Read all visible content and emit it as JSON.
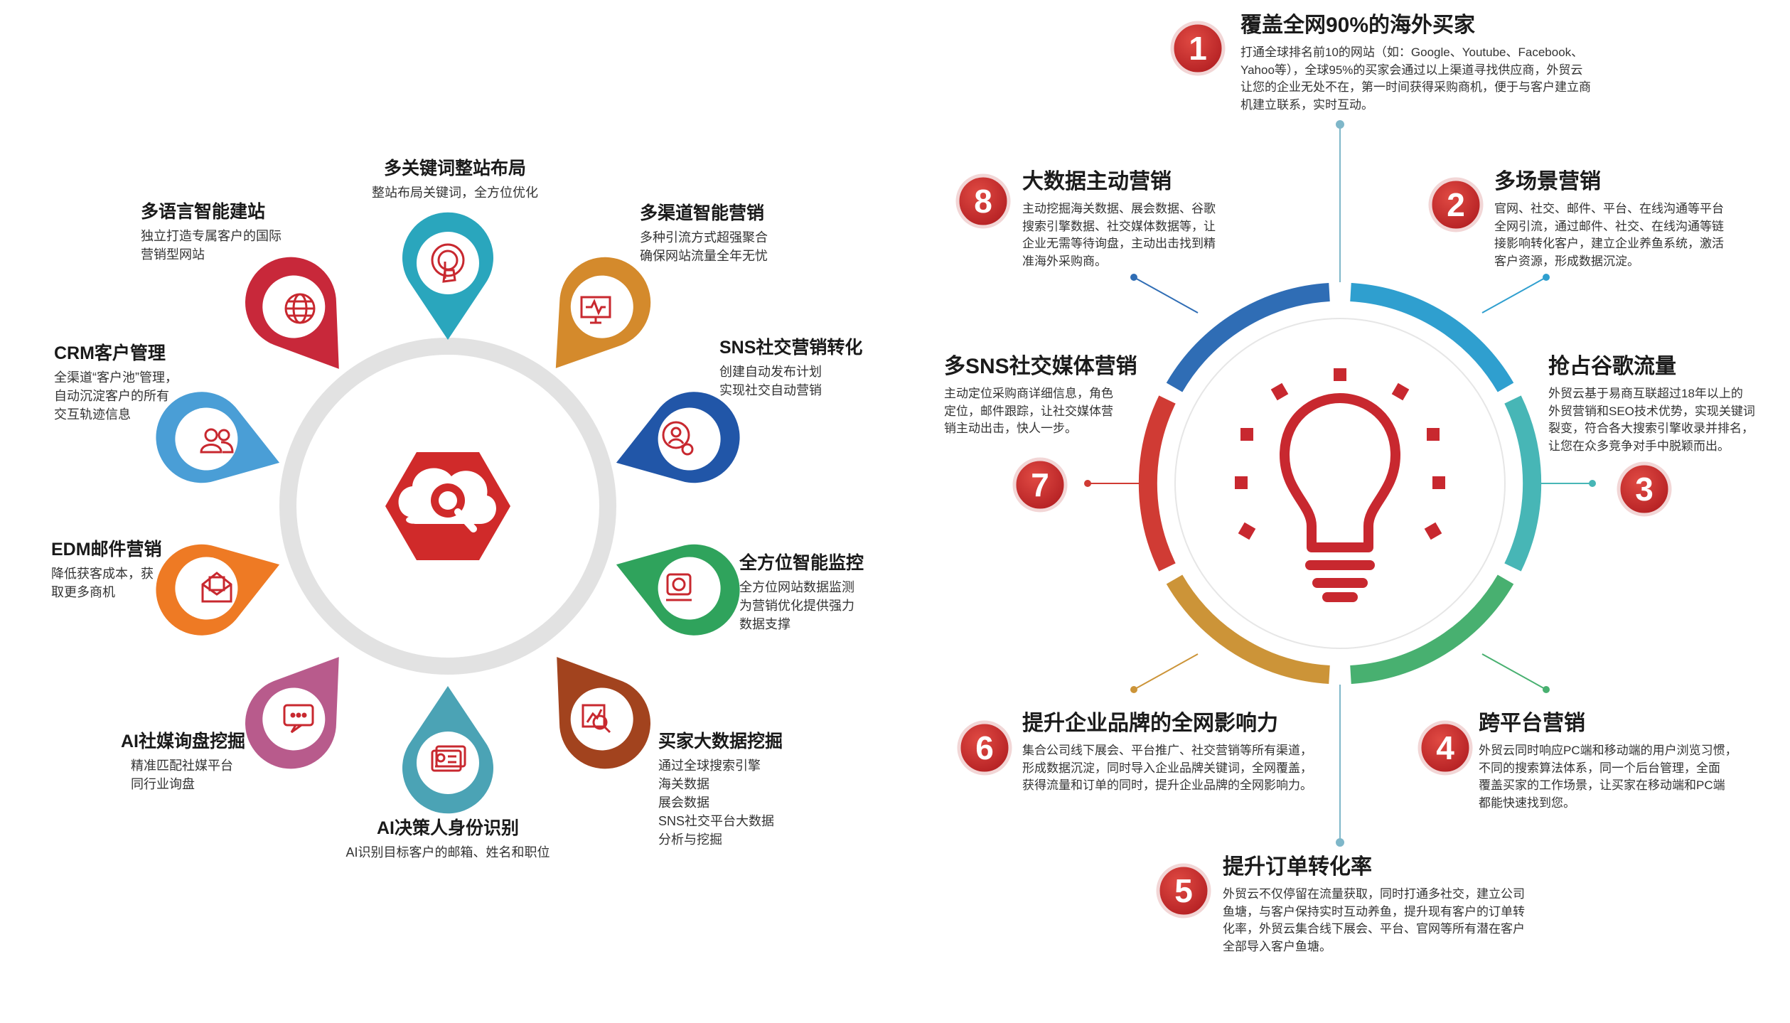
{
  "left": {
    "title": "",
    "items": [
      {
        "title": "多关键词整站布局",
        "desc": [
          "整站布局关键词，全方位优化"
        ],
        "icon": "touch-icon",
        "color": "#2aa6bd"
      },
      {
        "title": "多渠道智能营销",
        "desc": [
          "多种引流方式超强聚合",
          "确保网站流量全年无忧"
        ],
        "icon": "monitor-icon",
        "color": "#d48a2c"
      },
      {
        "title": "SNS社交营销转化",
        "desc": [
          "创建自动发布计划",
          "实现社交自动营销"
        ],
        "icon": "user-gear-icon",
        "color": "#2156a8"
      },
      {
        "title": "全方位智能监控",
        "desc": [
          "全方位网站数据监测",
          "为营销优化提供强力",
          "数据支撑"
        ],
        "icon": "camera-icon",
        "color": "#2fa35c"
      },
      {
        "title": "买家大数据挖掘",
        "desc": [
          "通过全球搜索引擎",
          "海关数据",
          "展会数据",
          "SNS社交平台大数据",
          "分析与挖掘"
        ],
        "icon": "data-search-icon",
        "color": "#a2431e"
      },
      {
        "title": "AI决策人身份识别",
        "desc": [
          "AI识别目标客户的邮箱、姓名和职位"
        ],
        "icon": "id-card-icon",
        "color": "#4ba3b5"
      },
      {
        "title": "AI社媒询盘挖掘",
        "desc": [
          "精准匹配社媒平台",
          "同行业询盘"
        ],
        "icon": "chat-icon",
        "color": "#b85b8c"
      },
      {
        "title": "EDM邮件营销",
        "desc": [
          "降低获客成本，获",
          "取更多商机"
        ],
        "icon": "mail-icon",
        "color": "#ee7a24"
      },
      {
        "title": "CRM客户管理",
        "desc": [
          "全渠道“客户池”管理，",
          "自动沉淀客户的所有",
          "交互轨迹信息"
        ],
        "icon": "users-icon",
        "color": "#4a9ed6"
      },
      {
        "title": "多语言智能建站",
        "desc": [
          "独立打造专属客户的国际",
          "营销型网站"
        ],
        "icon": "globe-icon",
        "color": "#c8283a"
      }
    ]
  },
  "right": {
    "items": [
      {
        "num": "1",
        "title": "覆盖全网90%的海外买家",
        "desc": [
          "打通全球排名前10的网站（如：Google、Youtube、Facebook、",
          "Yahoo等），全球95%的买家会通过以上渠道寻找供应商，外贸云",
          "让您的企业无处不在，第一时间获得采购商机，便于与客户建立商",
          "机建立联系，实时互动。"
        ]
      },
      {
        "num": "2",
        "title": "多场景营销",
        "desc": [
          "官网、社交、邮件、平台、在线沟通等平台",
          "全网引流，通过邮件、社交、在线沟通等链",
          "接影响转化客户，建立企业养鱼系统，激活",
          "客户资源，形成数据沉淀。"
        ]
      },
      {
        "num": "3",
        "title": "抢占谷歌流量",
        "desc": [
          "外贸云基于易商互联超过18年以上的",
          "外贸营销和SEO技术优势，实现关键词",
          "裂变，符合各大搜索引擎收录并排名，",
          "让您在众多竞争对手中脱颖而出。"
        ]
      },
      {
        "num": "4",
        "title": "跨平台营销",
        "desc": [
          "外贸云同时响应PC端和移动端的用户浏览习惯，",
          "不同的搜索算法体系，同一个后台管理，全面",
          "覆盖买家的工作场景，让买家在移动端和PC端",
          "都能快速找到您。"
        ]
      },
      {
        "num": "5",
        "title": "提升订单转化率",
        "desc": [
          "外贸云不仅停留在流量获取，同时打通多社交，建立公司",
          "鱼塘，与客户保持实时互动养鱼，提升现有客户的订单转",
          "化率，外贸云集合线下展会、平台、官网等所有潜在客户",
          "全部导入客户鱼塘。"
        ]
      },
      {
        "num": "6",
        "title": "提升企业品牌的全网影响力",
        "desc": [
          "集合公司线下展会、平台推广、社交营销等所有渠道，",
          "形成数据沉淀，同时导入企业品牌关键词，全网覆盖，",
          "获得流量和订单的同时，提升企业品牌的全网影响力。"
        ]
      },
      {
        "num": "7",
        "title": "多SNS社交媒体营销",
        "desc": [
          "主动定位采购商详细信息，角色",
          "定位，邮件跟踪，让社交媒体营",
          "销主动出击，快人一步。"
        ]
      },
      {
        "num": "8",
        "title": "大数据主动营销",
        "desc": [
          "主动挖掘海关数据、展会数据、谷歌",
          "搜索引擎数据、社交媒体数据等，让",
          "企业无需等待询盘，主动出击找到精",
          "准海外采购商。"
        ]
      }
    ],
    "ring_colors": [
      "#2f6db5",
      "#3aa8c0",
      "#5bbf8a",
      "#45b27a",
      "#c9963a",
      "#d13b35"
    ],
    "accent": "#c8282f"
  }
}
